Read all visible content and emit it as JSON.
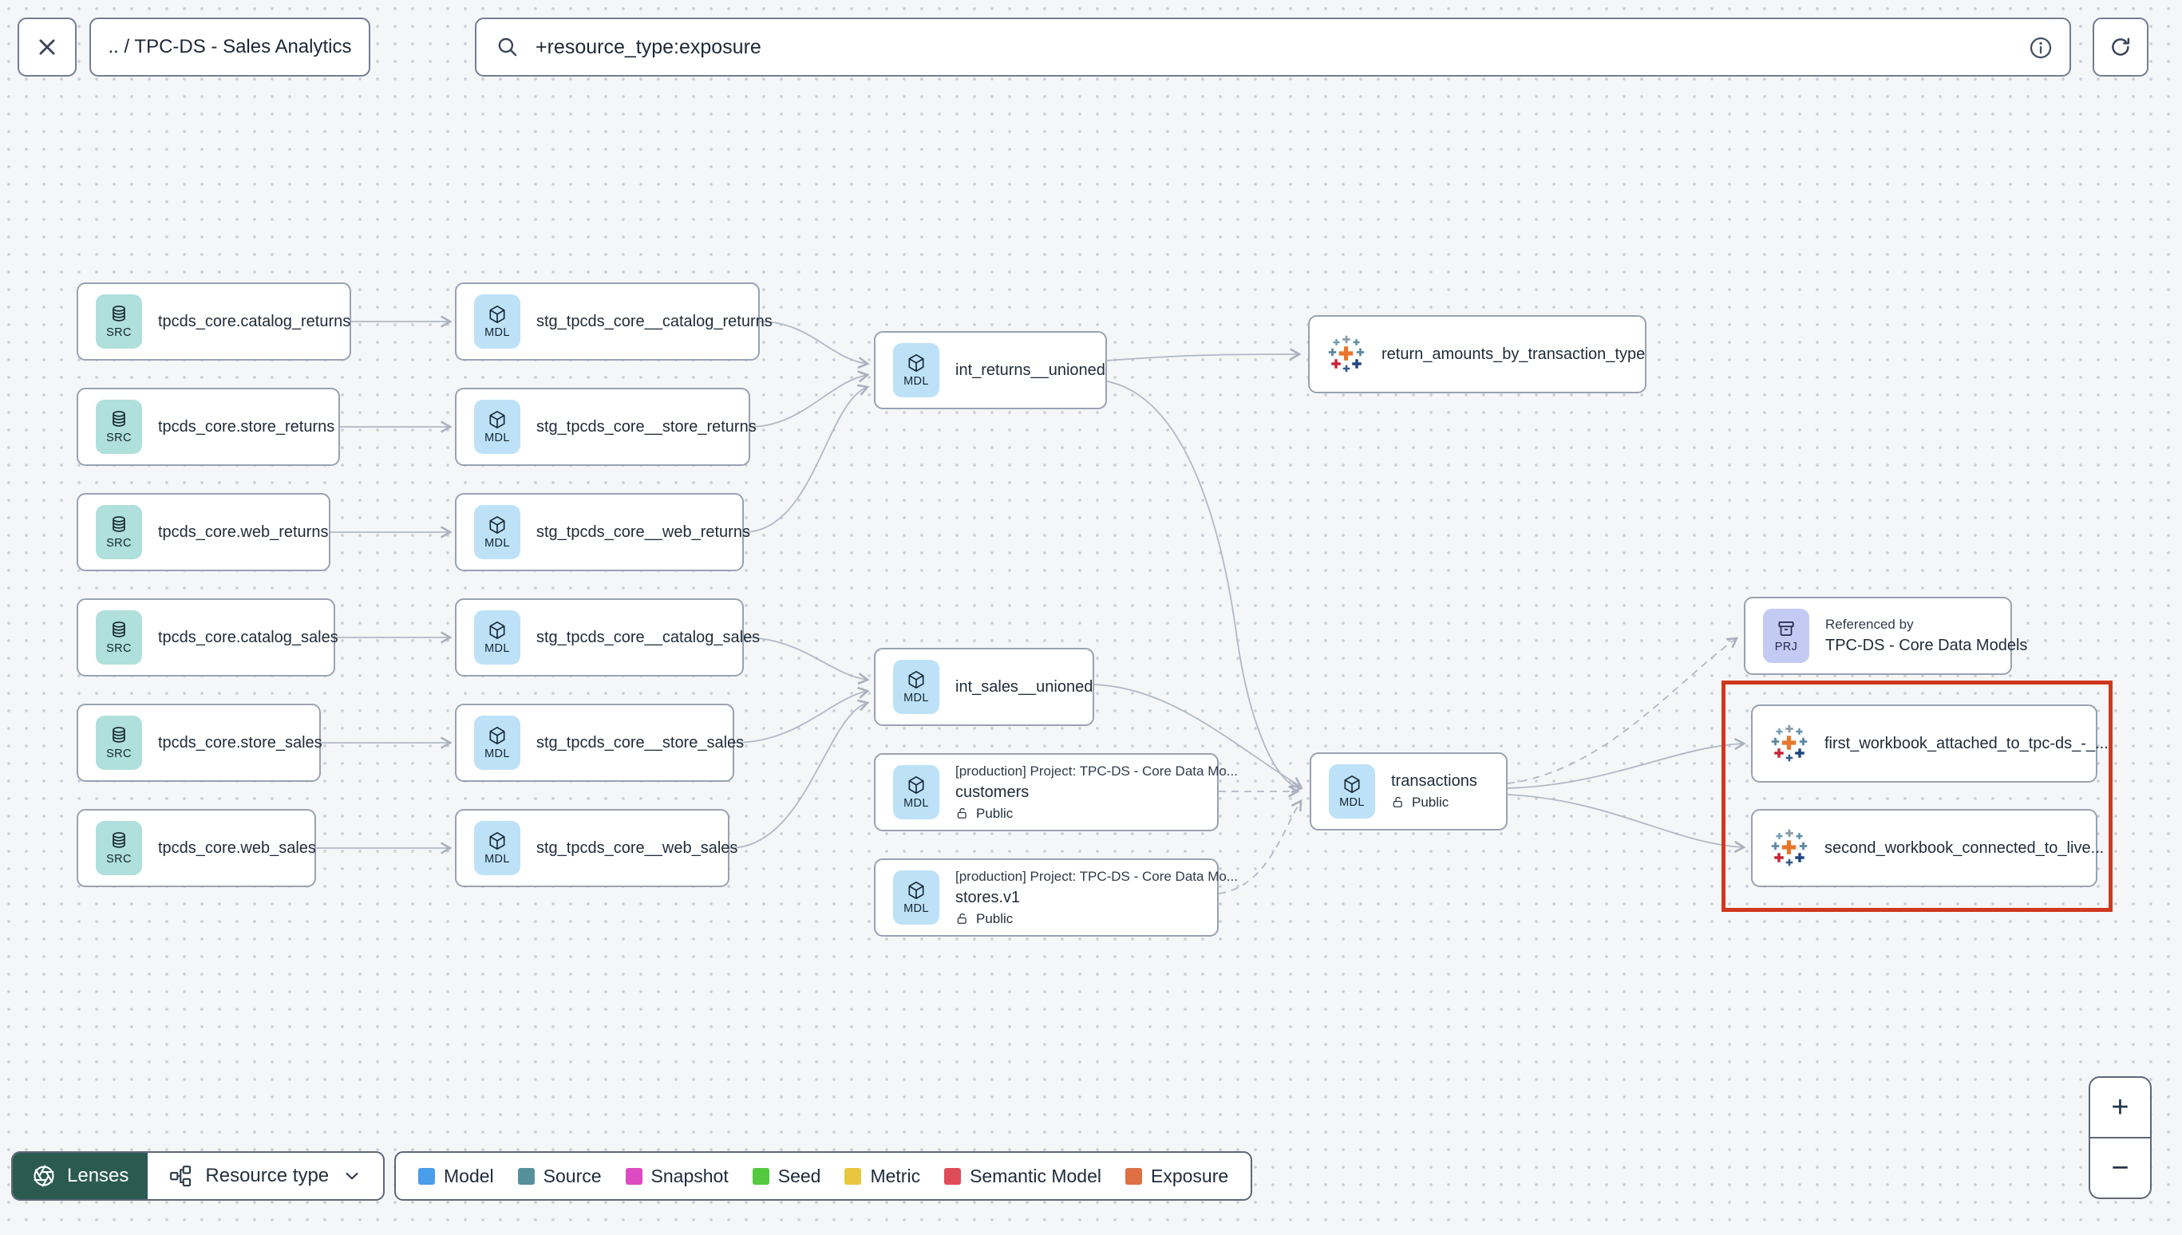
{
  "header": {
    "breadcrumb": ".. / TPC-DS - Sales Analytics",
    "search_value": "+resource_type:exposure"
  },
  "graph": {
    "nodes": {
      "src1": {
        "badge": "SRC",
        "label": "tpcds_core.catalog_returns"
      },
      "src2": {
        "badge": "SRC",
        "label": "tpcds_core.store_returns"
      },
      "src3": {
        "badge": "SRC",
        "label": "tpcds_core.web_returns"
      },
      "src4": {
        "badge": "SRC",
        "label": "tpcds_core.catalog_sales"
      },
      "src5": {
        "badge": "SRC",
        "label": "tpcds_core.store_sales"
      },
      "src6": {
        "badge": "SRC",
        "label": "tpcds_core.web_sales"
      },
      "stg1": {
        "badge": "MDL",
        "label": "stg_tpcds_core__catalog_returns"
      },
      "stg2": {
        "badge": "MDL",
        "label": "stg_tpcds_core__store_returns"
      },
      "stg3": {
        "badge": "MDL",
        "label": "stg_tpcds_core__web_returns"
      },
      "stg4": {
        "badge": "MDL",
        "label": "stg_tpcds_core__catalog_sales"
      },
      "stg5": {
        "badge": "MDL",
        "label": "stg_tpcds_core__store_sales"
      },
      "stg6": {
        "badge": "MDL",
        "label": "stg_tpcds_core__web_sales"
      },
      "int_returns": {
        "badge": "MDL",
        "label": "int_returns__unioned"
      },
      "int_sales": {
        "badge": "MDL",
        "label": "int_sales__unioned"
      },
      "customers": {
        "badge": "MDL",
        "project": "[production] Project: TPC-DS - Core Data Mo...",
        "label": "customers",
        "access": "Public"
      },
      "stores": {
        "badge": "MDL",
        "project": "[production] Project: TPC-DS - Core Data Mo...",
        "label": "stores.v1",
        "access": "Public"
      },
      "transactions": {
        "badge": "MDL",
        "label": "transactions",
        "access": "Public"
      },
      "return_amounts": {
        "label": "return_amounts_by_transaction_type"
      },
      "referenced_by": {
        "badge": "PRJ",
        "title": "Referenced by",
        "label": "TPC-DS - Core Data Models"
      },
      "workbook1": {
        "label": "first_workbook_attached_to_tpc-ds_-_..."
      },
      "workbook2": {
        "label": "second_workbook_connected_to_live..."
      }
    }
  },
  "toolbar": {
    "lenses_label": "Lenses",
    "resource_type_label": "Resource type"
  },
  "legend": {
    "items": [
      {
        "label": "Model",
        "color": "#4A9DE8"
      },
      {
        "label": "Source",
        "color": "#55919B"
      },
      {
        "label": "Snapshot",
        "color": "#DD4BC0"
      },
      {
        "label": "Seed",
        "color": "#52C93F"
      },
      {
        "label": "Metric",
        "color": "#E9C63F"
      },
      {
        "label": "Semantic Model",
        "color": "#E04B59"
      },
      {
        "label": "Exposure",
        "color": "#DE7144"
      }
    ]
  },
  "zoom_controls": {
    "zoom_in": "+",
    "zoom_out": "−"
  },
  "colors": {
    "highlight": "#D0381E",
    "src_badge": "#AFE0DB",
    "mdl_badge": "#BDE2F8",
    "prj_badge": "#C3CBF5",
    "lenses_bg": "#2B5B50",
    "edge": "#B1B9C6"
  }
}
